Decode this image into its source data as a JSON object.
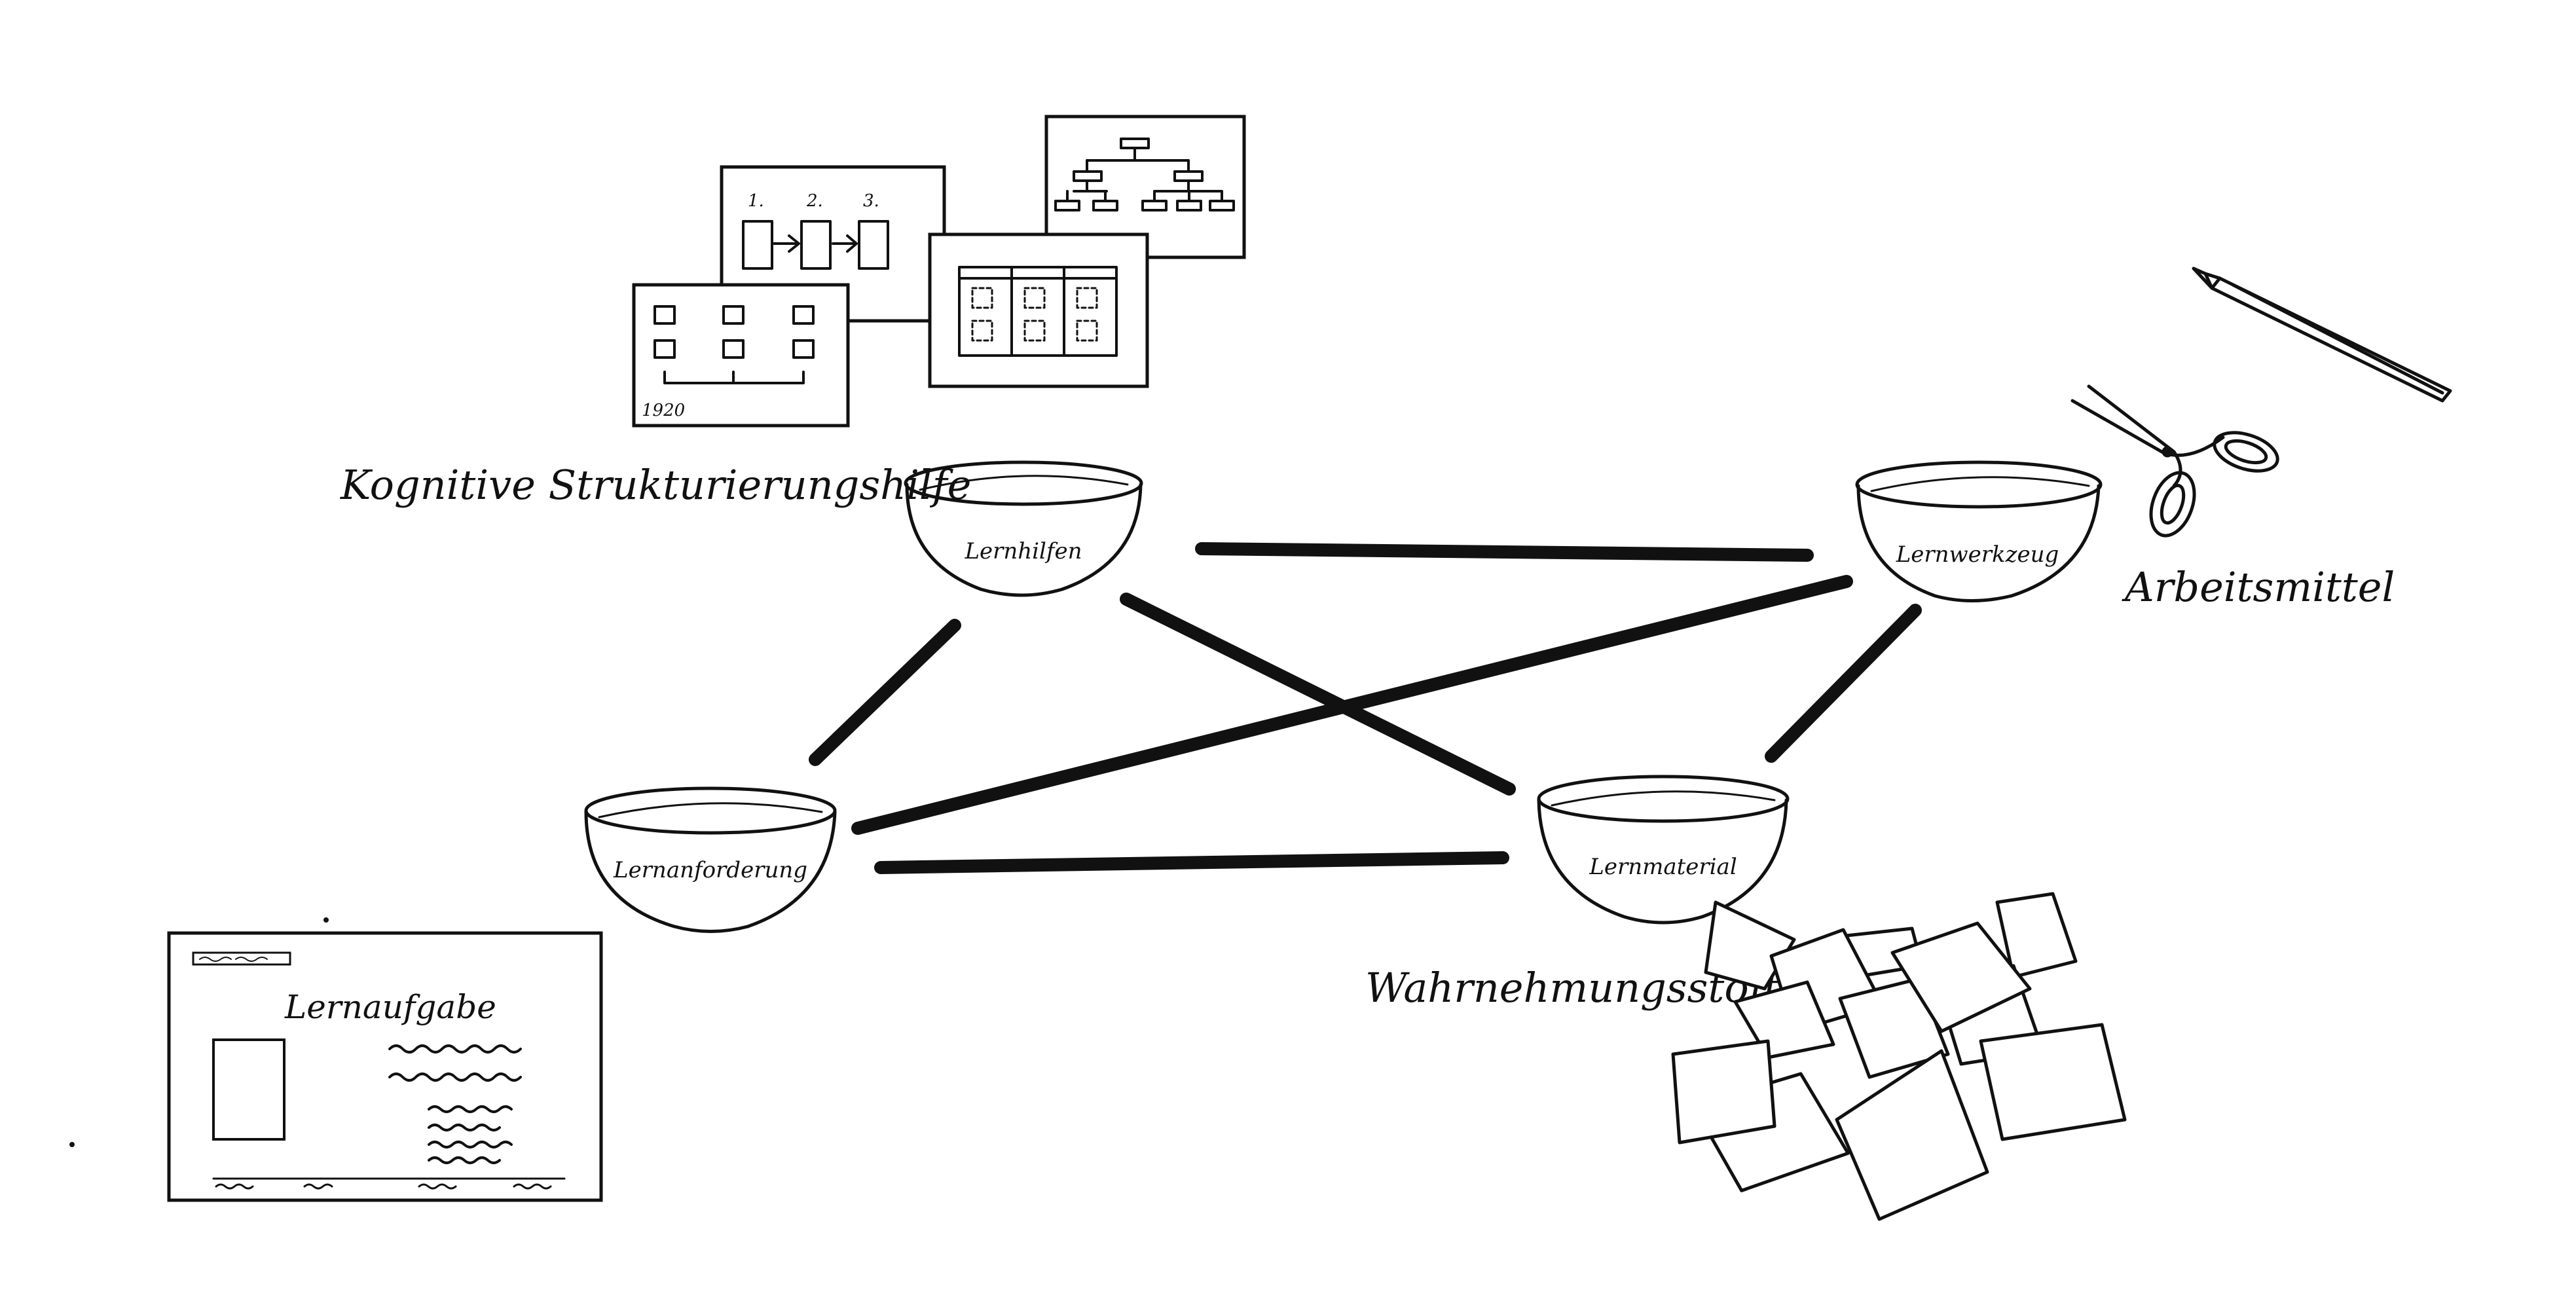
{
  "bowls": {
    "lernhilfen": "Lernhilfen",
    "lernwerkzeug": "Lernwerkzeug",
    "lernanforderung": "Lernanforderung",
    "lernmaterial": "Lernmaterial"
  },
  "labels": {
    "kognitive": "Kognitive Strukturierungshilfe",
    "arbeitsmittel": "Arbeitsmittel",
    "wahrnehmungsstoff": "Wahrnehmungsstoff",
    "lernaufgabe": "Lernaufgabe"
  },
  "cards": {
    "year": "1920",
    "step1": "1.",
    "step2": "2.",
    "step3": "3."
  }
}
